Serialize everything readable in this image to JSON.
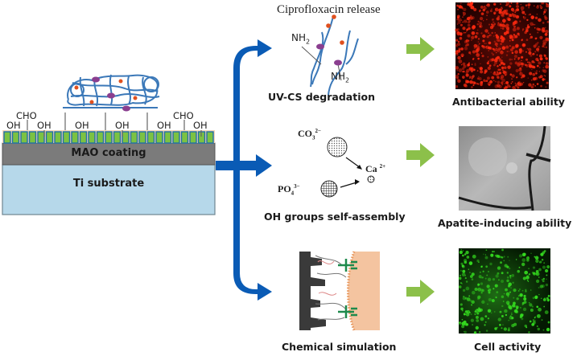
{
  "left_panel": {
    "groups_top": [
      "CHO",
      "CHO"
    ],
    "groups": [
      "OH",
      "OH",
      "OH",
      "OH",
      "OH",
      "OH"
    ],
    "mao_label": "MAO coating",
    "substrate_label": "Ti substrate"
  },
  "pathways": [
    {
      "top_label": "Ciprofloxacin release",
      "group_a": "NH",
      "group_a_sub": "2",
      "group_b": "NH",
      "group_b_sub": "2",
      "caption": "UV-CS degradation",
      "result_caption": "Antibacterial ability",
      "result_image": "red-fluorescence-micrograph"
    },
    {
      "ion_1": "CO",
      "ion_1_sub": "3",
      "ion_1_sup": "2−",
      "ion_2": "PO",
      "ion_2_sub": "4",
      "ion_2_sup": "3−",
      "ion_3": "Ca",
      "ion_3_sup": "2+",
      "caption": "OH groups self-assembly",
      "result_caption": "Apatite-inducing ability",
      "result_image": "grayscale-sem-micrograph"
    },
    {
      "caption": "Chemical simulation",
      "result_caption": "Cell activity",
      "result_image": "green-fluorescence-micrograph"
    }
  ],
  "colors": {
    "blue_arrow": "#0a5bb5",
    "green_arrow": "#8cc04a",
    "mao": "#7b7b7b",
    "substrate": "#b6d8ea",
    "pillar_green": "#7cc242",
    "pillar_blue": "#1f6fa8",
    "polymer": "#3b78b8",
    "drug_dot": "#e0501e",
    "purple_node": "#8a3e8f"
  }
}
